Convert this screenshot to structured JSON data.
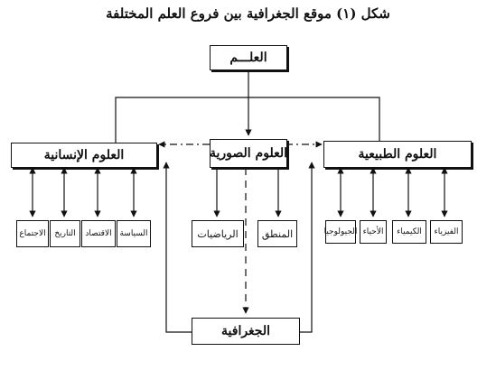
{
  "title": "شكل (١) موقع الجغرافية بين فروع العلم المختلفة",
  "science": "العلـــم",
  "categories": {
    "humanities": "العلوم الإنسانية",
    "formal": "العلوم الصورية",
    "natural": "العلوم الطبيعية"
  },
  "humanities_items": [
    "الاجتماع",
    "التاريخ",
    "الاقتصاد",
    "السياسة"
  ],
  "formal_items": [
    "الرياضيات",
    "المنطق"
  ],
  "natural_items": [
    "الجيولوجيا",
    "الأحياء",
    "الكيمياء",
    "الفيزياء"
  ],
  "geography": "الجغرافية"
}
